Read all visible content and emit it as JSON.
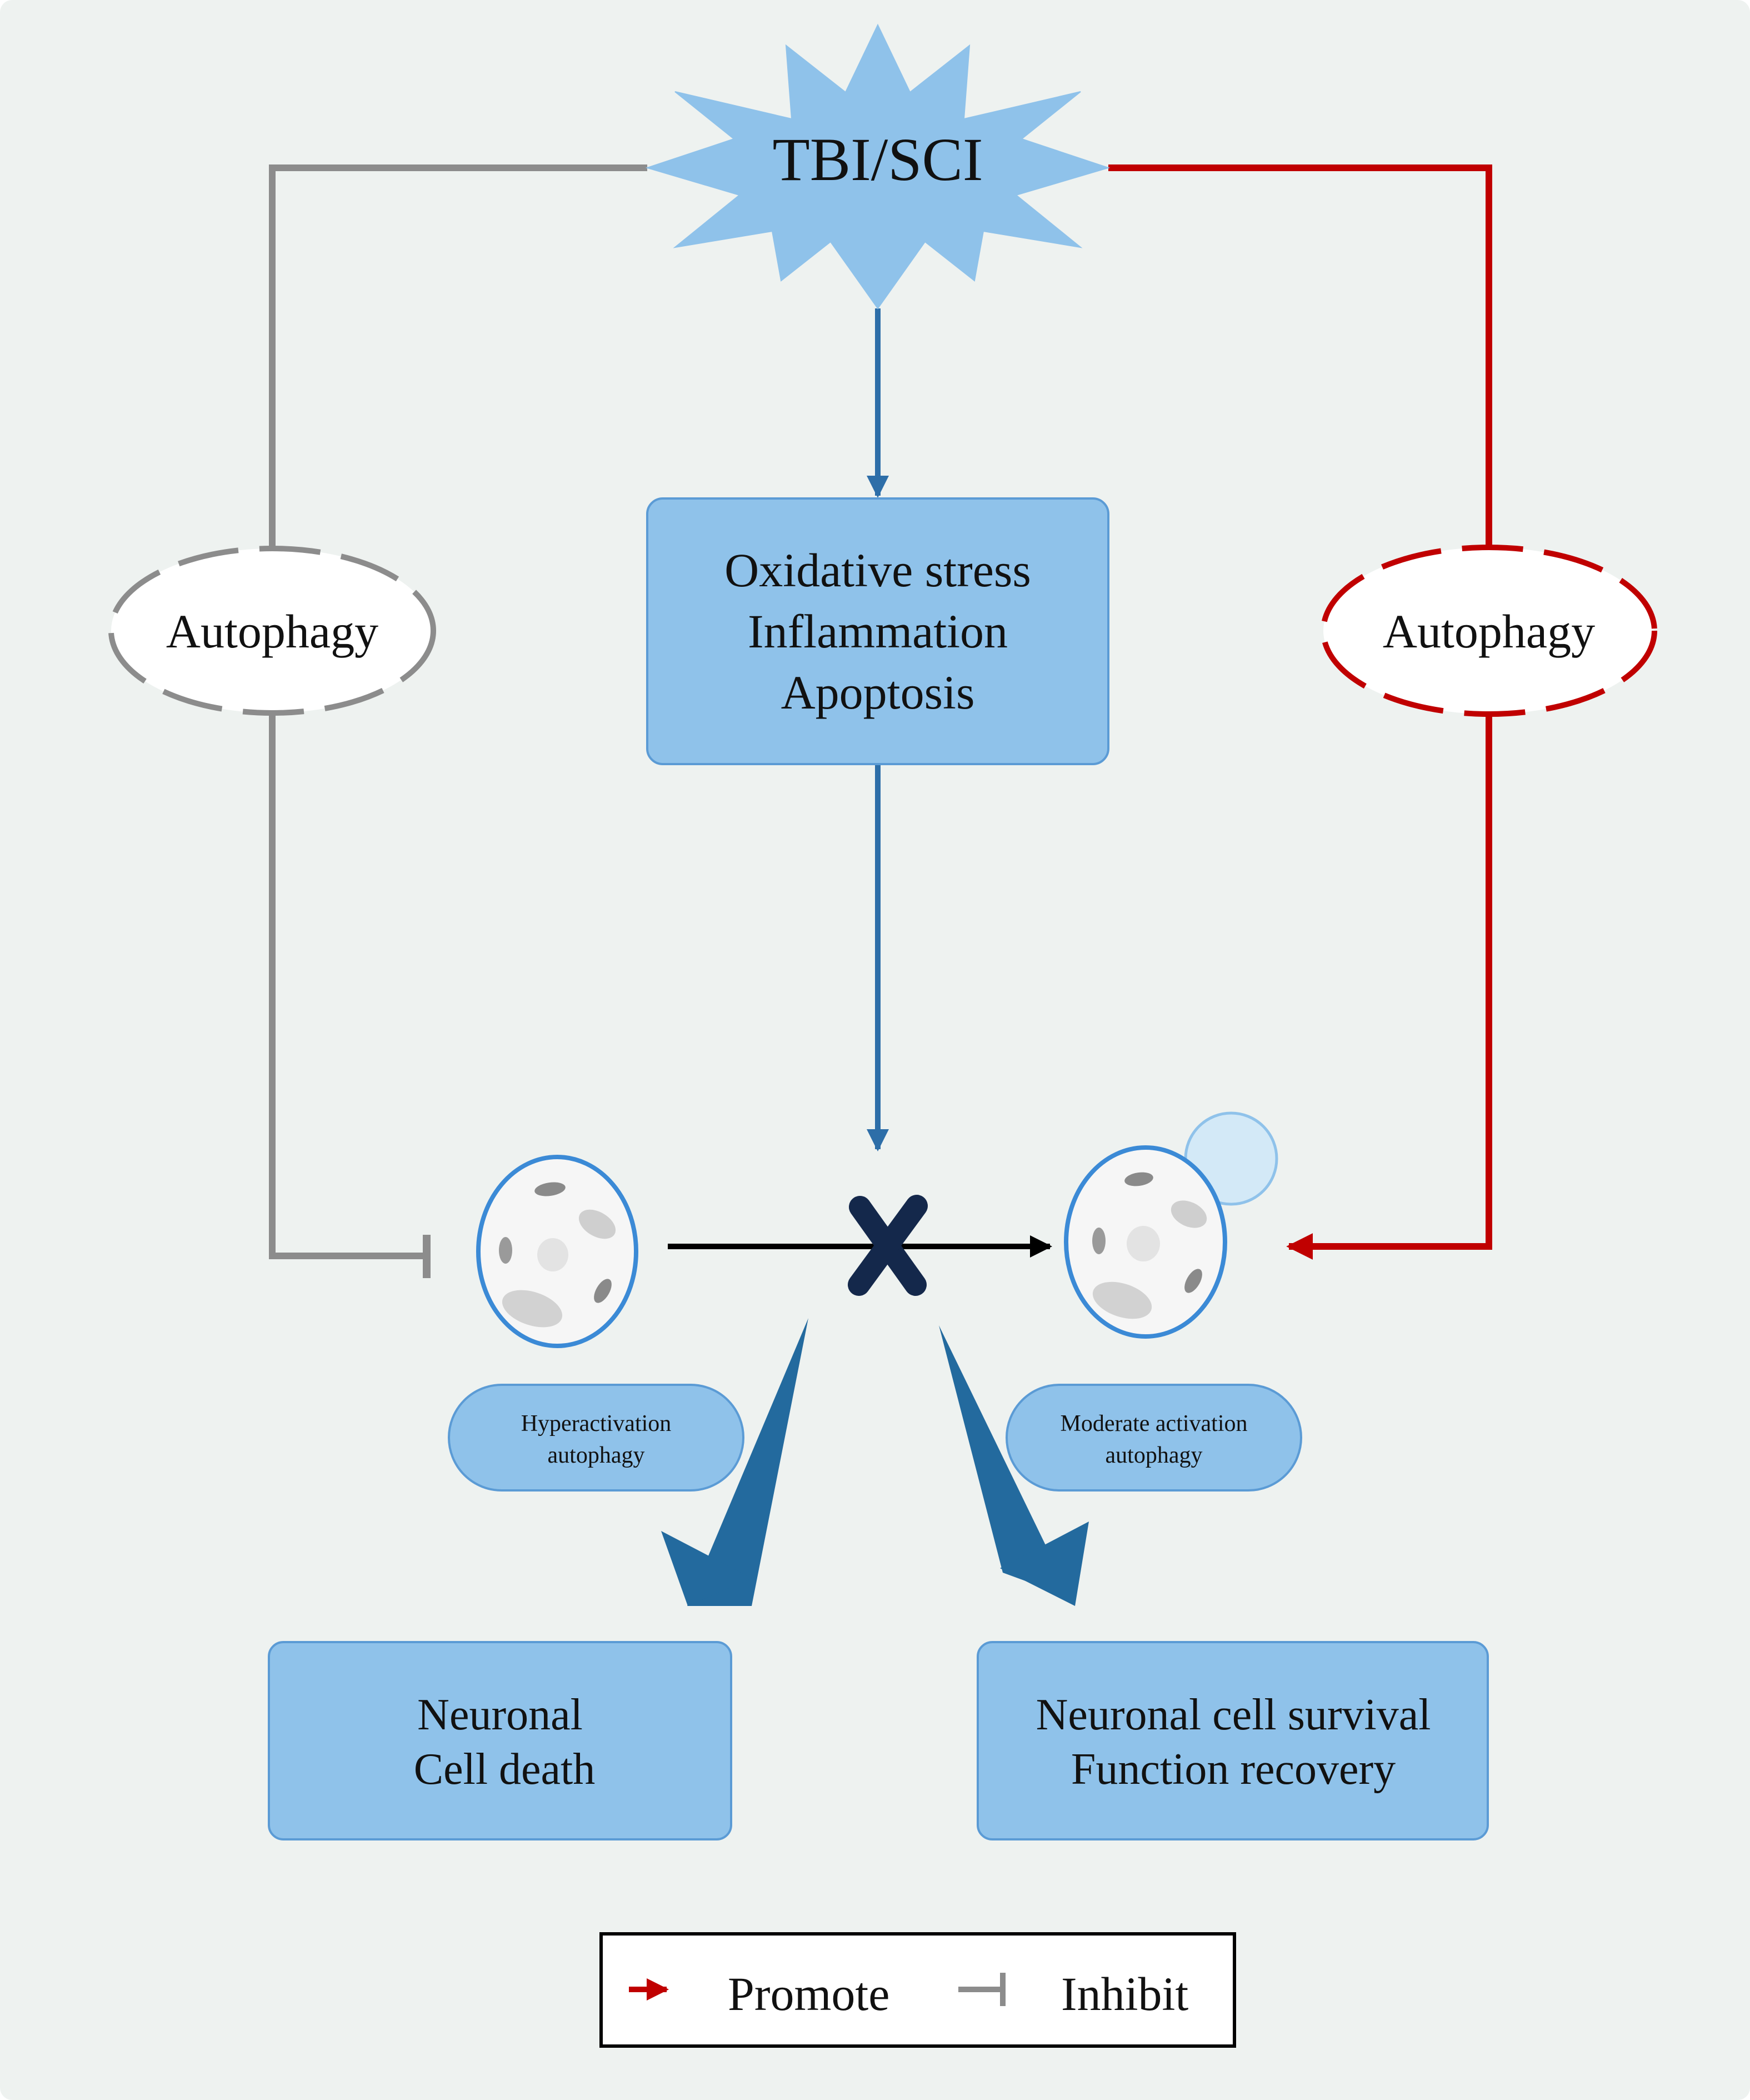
{
  "injury": {
    "label": "TBI/SCI"
  },
  "center_box": {
    "lines": [
      "Oxidative stress",
      "Inflammation",
      "Apoptosis"
    ]
  },
  "left_path": {
    "autophagy_label": "Autophagy"
  },
  "right_path": {
    "autophagy_label": "Autophagy"
  },
  "left_cell": {
    "pill_lines": [
      "Hyperactivation",
      "autophagy"
    ]
  },
  "right_cell": {
    "pill_lines": [
      "Moderate activation",
      "autophagy"
    ]
  },
  "outcome_left": {
    "lines": [
      "Neuronal",
      "Cell death"
    ]
  },
  "outcome_right": {
    "lines": [
      "Neuronal cell survival",
      "Function recovery"
    ]
  },
  "legend": {
    "promote": "Promote",
    "inhibit": "Inhibit"
  },
  "colors": {
    "background": "#eef2f0",
    "box_fill": "#8fc2ea",
    "box_stroke": "#5b9bd5",
    "star_fill": "#8fc2ea",
    "promote": "#c00000",
    "inhibit": "#8c8c8c",
    "flow": "#2d6ea8",
    "big_arrow": "#236a9e",
    "cross": "#14284b"
  }
}
